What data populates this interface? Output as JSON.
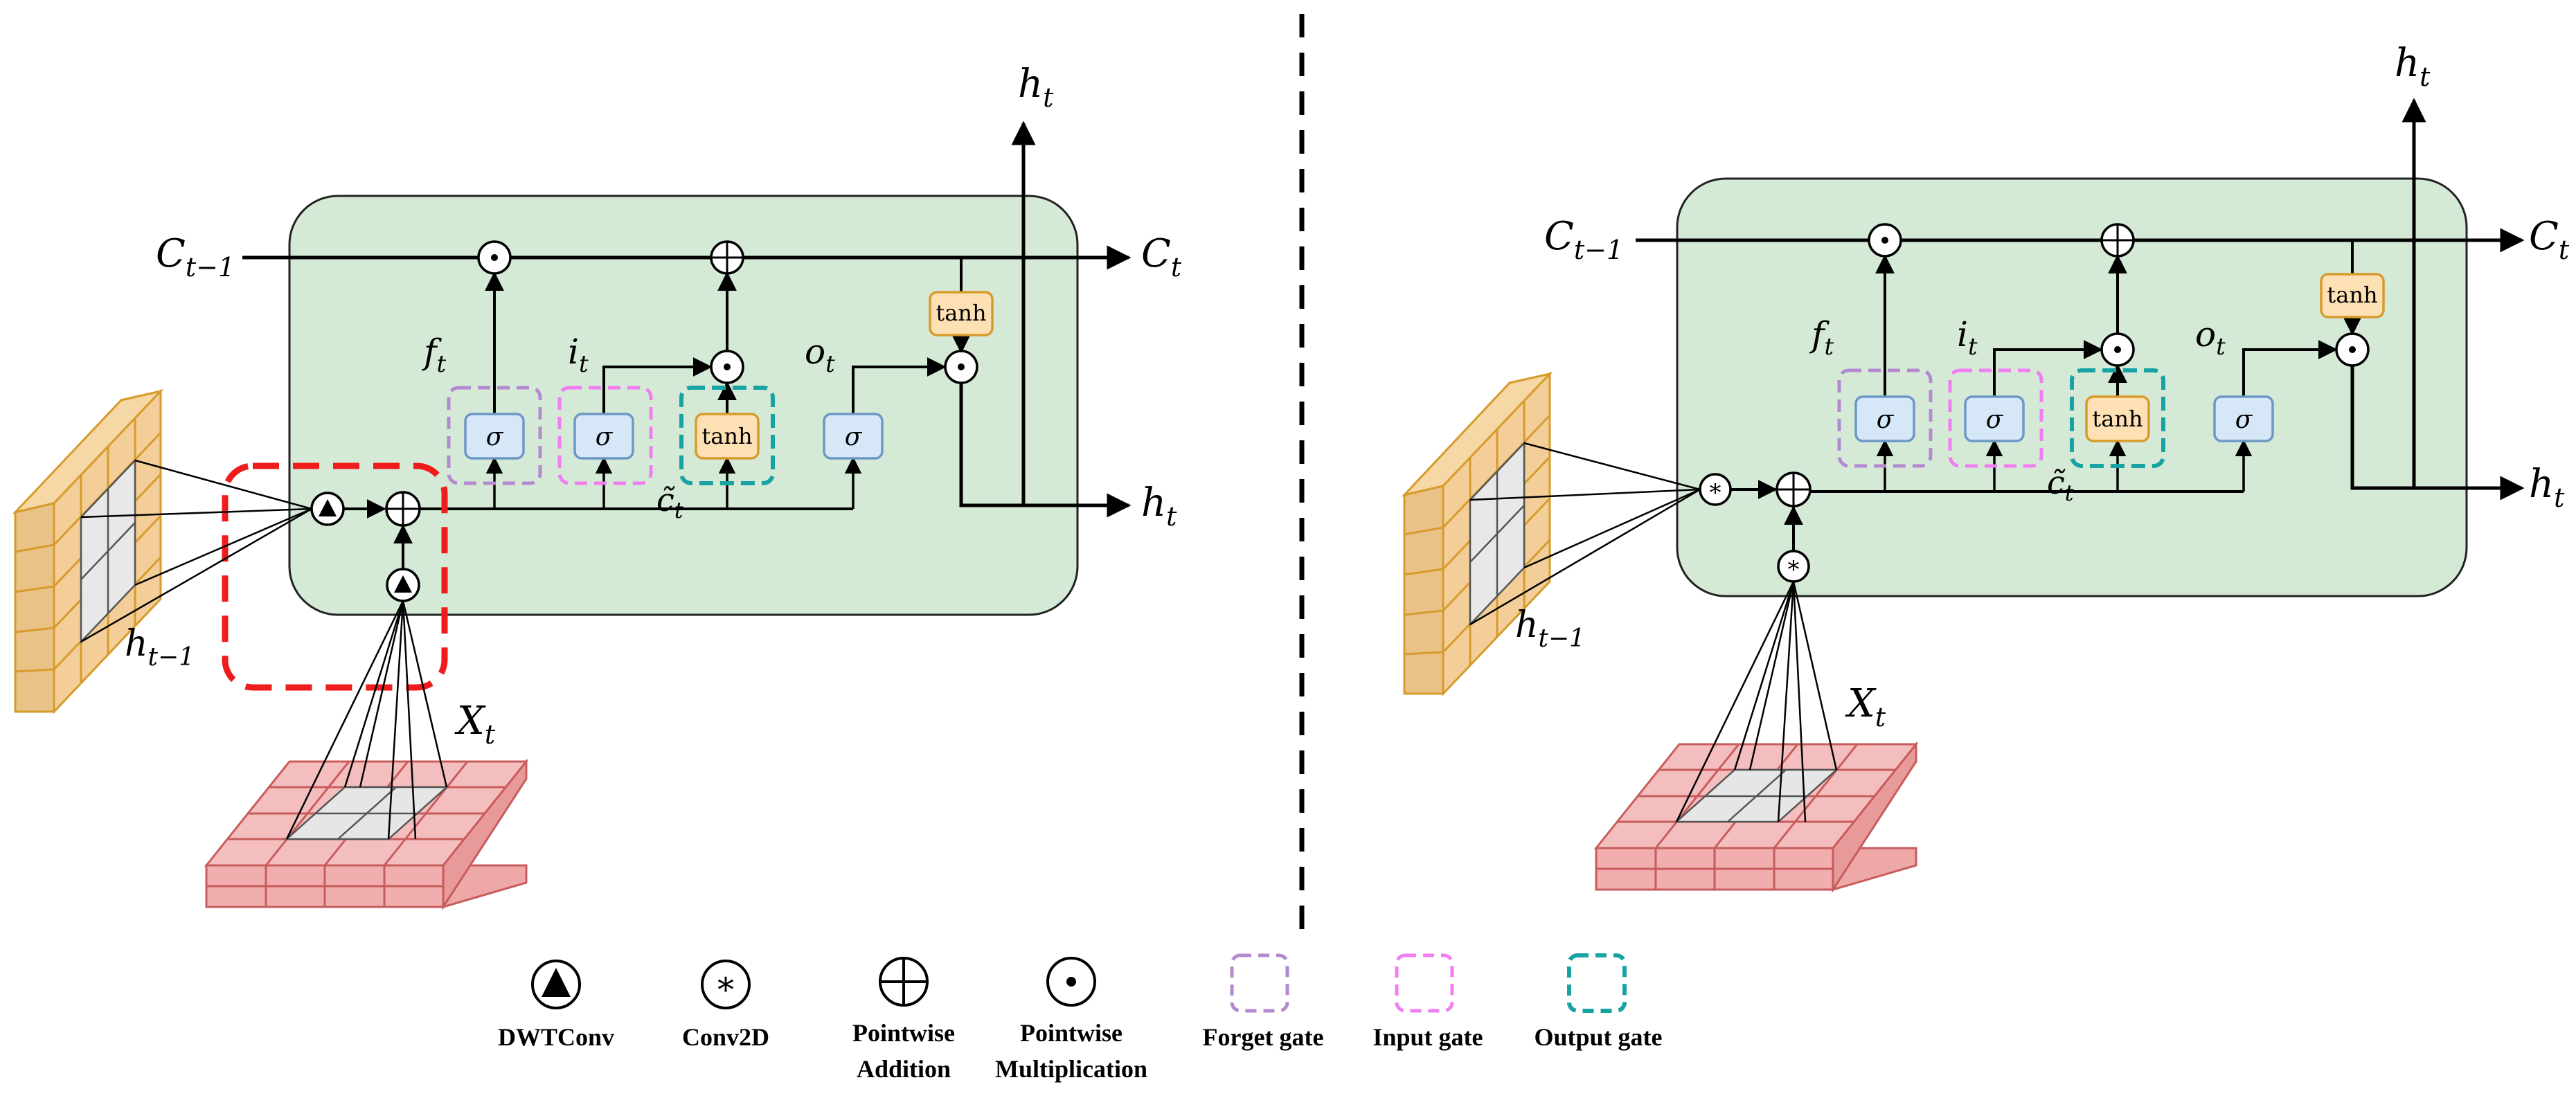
{
  "left": {
    "c_prev": "C",
    "c_prev_sub": "t−1",
    "c_out": "C",
    "c_out_sub": "t",
    "h_top": "h",
    "h_top_sub": "t",
    "h_right": "h",
    "h_right_sub": "t",
    "f": "f",
    "f_sub": "t",
    "i": "i",
    "i_sub": "t",
    "o": "o",
    "o_sub": "t",
    "c_tilde": "c̃",
    "c_tilde_sub": "t",
    "h_prev": "h",
    "h_prev_sub": "t−1",
    "x": "X",
    "x_sub": "t",
    "sigma": "σ",
    "tanh": "tanh"
  },
  "right": {
    "c_prev": "C",
    "c_prev_sub": "t−1",
    "c_out": "C",
    "c_out_sub": "t",
    "h_top": "h",
    "h_top_sub": "t",
    "h_right": "h",
    "h_right_sub": "t",
    "f": "f",
    "f_sub": "t",
    "i": "i",
    "i_sub": "t",
    "o": "o",
    "o_sub": "t",
    "c_tilde": "c̃",
    "c_tilde_sub": "t",
    "h_prev": "h",
    "h_prev_sub": "t−1",
    "x": "X",
    "x_sub": "t",
    "sigma": "σ",
    "tanh": "tanh"
  },
  "legend": {
    "dwtconv": "DWTConv",
    "conv2d": "Conv2D",
    "addition_1": "Pointwise",
    "addition_2": "Addition",
    "multiplication_1": "Pointwise",
    "multiplication_2": "Multiplication",
    "forget": "Forget gate",
    "input": "Input gate",
    "output": "Output gate"
  },
  "colors": {
    "cell_fill": "#d5ead6",
    "gate_fill": "#d6e8f8",
    "gate_stroke": "#6c97c6",
    "tanh_fill": "#fde0b3",
    "tanh_stroke": "#d79b2b",
    "forget": "#b38ad0",
    "input": "#f07ef0",
    "output": "#18a3a3",
    "dwt_highlight": "#ee1c1c",
    "hidden_grid": "#f3ce98",
    "input_grid": "#f2aeae"
  }
}
